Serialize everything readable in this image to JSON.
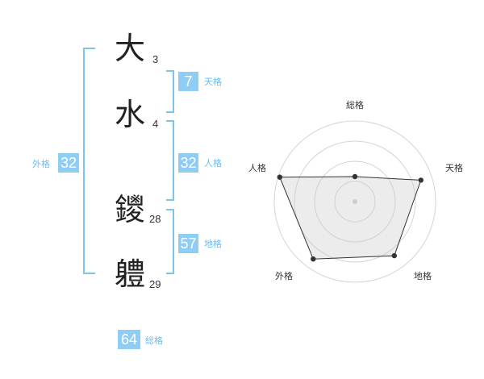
{
  "name_chars": [
    {
      "char": "大",
      "strokes": "3"
    },
    {
      "char": "水",
      "strokes": "4"
    },
    {
      "char": "鑁",
      "strokes": "28"
    },
    {
      "char": "軆",
      "strokes": "29"
    }
  ],
  "fortune": {
    "tenkaku": {
      "label": "天格",
      "value": "7"
    },
    "jinkaku": {
      "label": "人格",
      "value": "32"
    },
    "chikaku": {
      "label": "地格",
      "value": "57"
    },
    "gaikaku": {
      "label": "外格",
      "value": "32"
    },
    "soukaku": {
      "label": "総格",
      "value": "64"
    }
  },
  "colors": {
    "accent": "#8fcdf5",
    "accent_text": "#6bbcf0",
    "bracket": "#7cc4f0"
  },
  "chart_data": {
    "type": "radar",
    "axes": [
      "総格",
      "天格",
      "地格",
      "外格",
      "人格"
    ],
    "values": [
      0.31,
      0.86,
      0.83,
      0.88,
      0.98
    ],
    "scale_max": 1,
    "rings": 4,
    "grid": true
  }
}
